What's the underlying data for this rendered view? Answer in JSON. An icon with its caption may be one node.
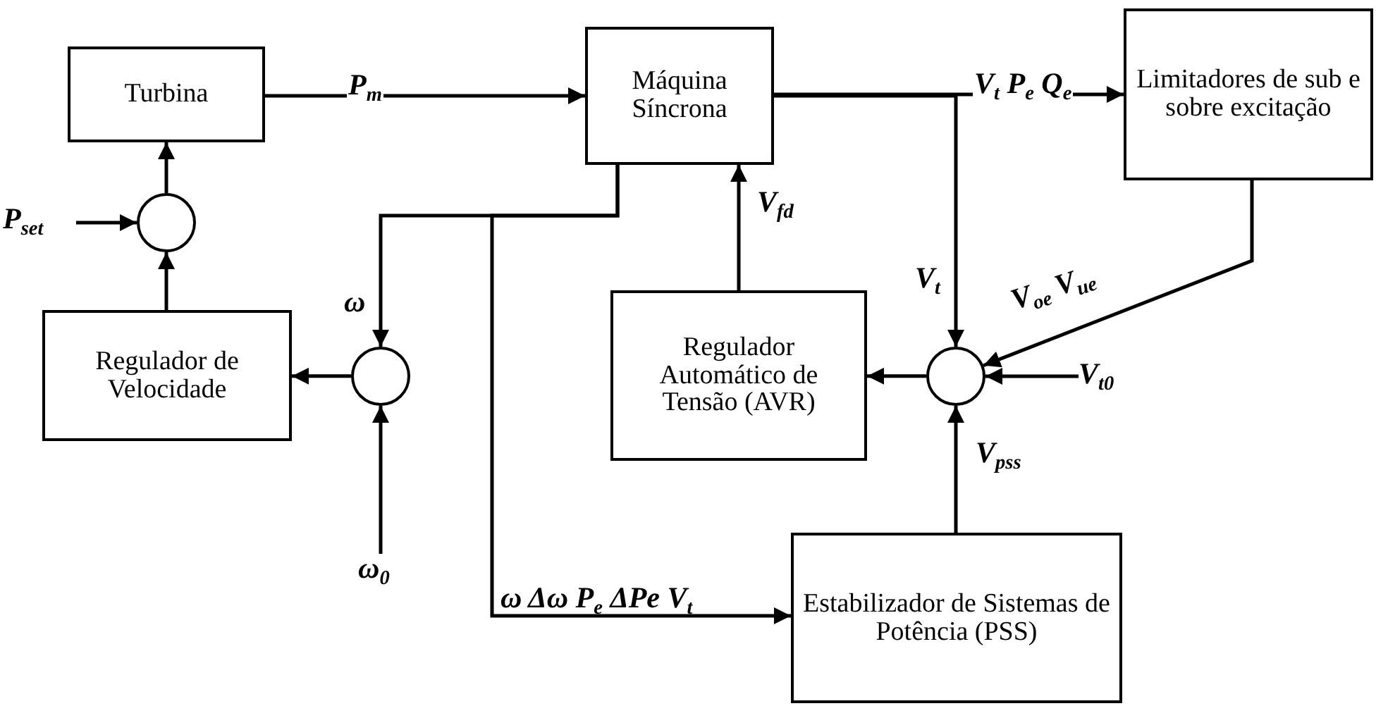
{
  "diagram": {
    "nodes": [
      {
        "text": [
          "Turbina"
        ]
      },
      {
        "text": [
          "Máquina Síncrona"
        ]
      },
      {
        "text": [
          "Limitadores de sub e sobre excitação"
        ]
      },
      {
        "text": [],
        "shape": "circle"
      },
      {
        "text": [
          "Regulador de Velocidade"
        ]
      },
      {
        "text": [],
        "shape": "circle"
      },
      {
        "text": [
          "Regulador Automático de Tensão (AVR)"
        ]
      },
      {
        "text": [],
        "shape": "circle"
      },
      {
        "text": [
          "Estabilizador de Sistemas de Potência (PSS)"
        ]
      },
      {
        "text": [
          "P$_{set}$"
        ]
      },
      {
        "text": [
          "ω$_{0}$"
        ]
      },
      {
        "text": [
          "V$_{t0}$"
        ]
      }
    ],
    "edges": [
      {
        "from": 0,
        "to": 1,
        "arrow": "to",
        "label": "P$_{m}$"
      },
      {
        "from": 1,
        "to": 2,
        "arrow": "to",
        "label": "V$_{t}$ P$_{e}$ Q$_{e}$"
      },
      {
        "from": 1,
        "to": 7,
        "arrow": "to",
        "label": "V$_{t}$"
      },
      {
        "from": 2,
        "to": 7,
        "arrow": "to",
        "label": "V$_{oe}$ V$_{ue}$"
      },
      {
        "from": 1,
        "to": 5,
        "arrow": "to",
        "label": "ω"
      },
      {
        "from": 1,
        "to": 8,
        "arrow": "to",
        "label": "ω Δω P$_{e}$ ΔPe V$_{t}$"
      },
      {
        "from": 9,
        "to": 3,
        "arrow": "to"
      },
      {
        "from": 4,
        "to": 3,
        "arrow": "to"
      },
      {
        "from": 3,
        "to": 0,
        "arrow": "to"
      },
      {
        "from": 10,
        "to": 5,
        "arrow": "to"
      },
      {
        "from": 5,
        "to": 4,
        "arrow": "to"
      },
      {
        "from": 6,
        "to": 1,
        "arrow": "to",
        "label": "V$_{fd}$"
      },
      {
        "from": 7,
        "to": 6,
        "arrow": "to"
      },
      {
        "from": 11,
        "to": 7,
        "arrow": "to"
      },
      {
        "from": 8,
        "to": 7,
        "arrow": "to",
        "label": "V$_{pss}$"
      }
    ]
  }
}
